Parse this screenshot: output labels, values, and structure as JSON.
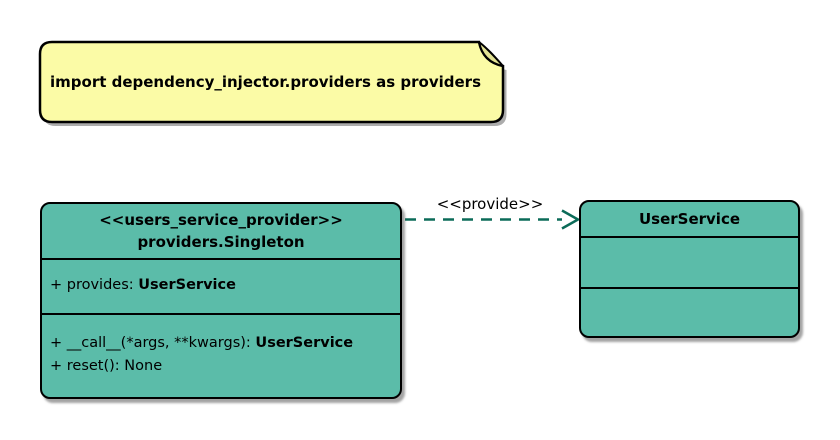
{
  "note": {
    "text": "import dependency_injector.providers as providers"
  },
  "provider_class": {
    "stereotype": "<<users_service_provider>>",
    "name": "providers.Singleton",
    "attributes": [
      {
        "text": "+ provides: ",
        "return_type": "UserService"
      }
    ],
    "methods": [
      {
        "text": "+ __call__(*args, **kwargs): ",
        "return_type": "UserService"
      },
      {
        "text": "+ reset(): None",
        "return_type": ""
      }
    ]
  },
  "service_class": {
    "name": "UserService"
  },
  "relationship": {
    "type": "dashed-open-arrow",
    "label": "<<provide>>",
    "from": "providers.Singleton",
    "to": "UserService"
  },
  "colors": {
    "class_fill": "#5BBCA9",
    "note_fill": "#FBFBA6",
    "note_fold": "#E3E394",
    "arrow": "#0B6B58",
    "border": "#000000",
    "text": "#000000",
    "background": "#FFFFFF"
  }
}
